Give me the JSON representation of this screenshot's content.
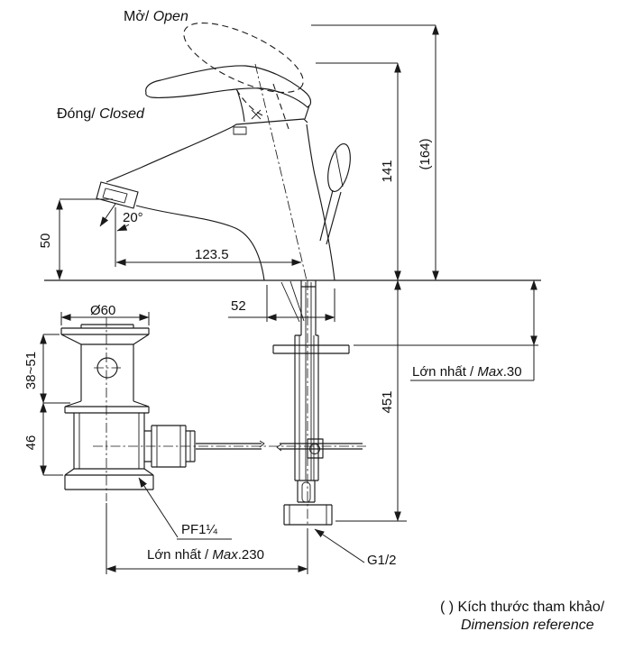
{
  "diagram": {
    "colors": {
      "line": "#1a1a1a",
      "background": "#ffffff"
    },
    "labels": {
      "open": {
        "vi": "Mở/",
        "en": " Open"
      },
      "closed": {
        "vi": "Đóng/",
        "en": " Closed"
      },
      "angle": "20°",
      "spout_height": "50",
      "spout_reach": "123.5",
      "body_base_width": "52",
      "height_closed": "141",
      "height_open_ref": "(164)",
      "drain_flange_diameter": "Ø60",
      "drain_upper_height_range": "38~51",
      "drain_lower_height": "46",
      "under_counter_length": "451",
      "max_counter_thickness": {
        "vi": "Lớn nhất / ",
        "en_italic": "Max",
        "value": ".30"
      },
      "max_center_distance": {
        "vi": "Lớn nhất / ",
        "en_italic": "Max",
        "value": ".230"
      },
      "drain_thread": "PF1¼",
      "supply_thread": "G1/2"
    },
    "footnote": {
      "line1": "( ) Kích thước tham khảo/",
      "line2": "Dimension reference"
    }
  }
}
